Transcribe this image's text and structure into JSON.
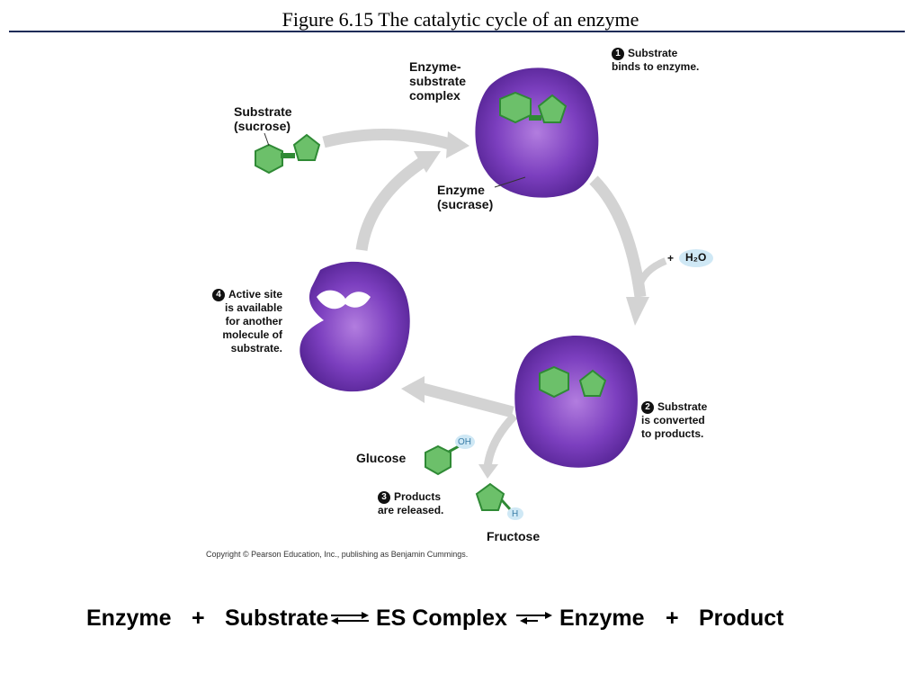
{
  "title": "Figure 6.15  The catalytic cycle of an enzyme",
  "labels": {
    "substrate": "Substrate",
    "substrate_sub": "(sucrose)",
    "es_complex_1": "Enzyme-",
    "es_complex_2": "substrate",
    "es_complex_3": "complex",
    "enzyme": "Enzyme",
    "enzyme_sub": "(sucrase)",
    "step1_num": "1",
    "step1_l1": "Substrate",
    "step1_l2": "binds to enzyme.",
    "plus_water": "+",
    "water": "H₂O",
    "step2_num": "2",
    "step2_l1": "Substrate",
    "step2_l2": "is converted",
    "step2_l3": "to products.",
    "step3_num": "3",
    "step3_l1": "Products",
    "step3_l2": "are released.",
    "step4_num": "4",
    "step4_l1": "Active site",
    "step4_l2": "is available",
    "step4_l3": "for another",
    "step4_l4": "molecule of",
    "step4_l5": "substrate.",
    "glucose": "Glucose",
    "fructose": "Fructose",
    "oh": "OH",
    "h": "H"
  },
  "copyright": "Copyright © Pearson Education, Inc., publishing as Benjamin Cummings.",
  "equation": {
    "enzyme": "Enzyme",
    "plus1": "+",
    "substrate": "Substrate",
    "es_complex": "ES Complex",
    "enzyme2": "Enzyme",
    "plus2": "+",
    "product": "Product"
  },
  "colors": {
    "enzyme": "#6a2fa8",
    "enzyme_light": "#9a62d0",
    "substrate": "#6cc06a",
    "substrate_dark": "#2f8a35",
    "arrow": "#d3d3d3",
    "water_bubble": "#cfe8f5",
    "rule": "#1d2b57"
  }
}
